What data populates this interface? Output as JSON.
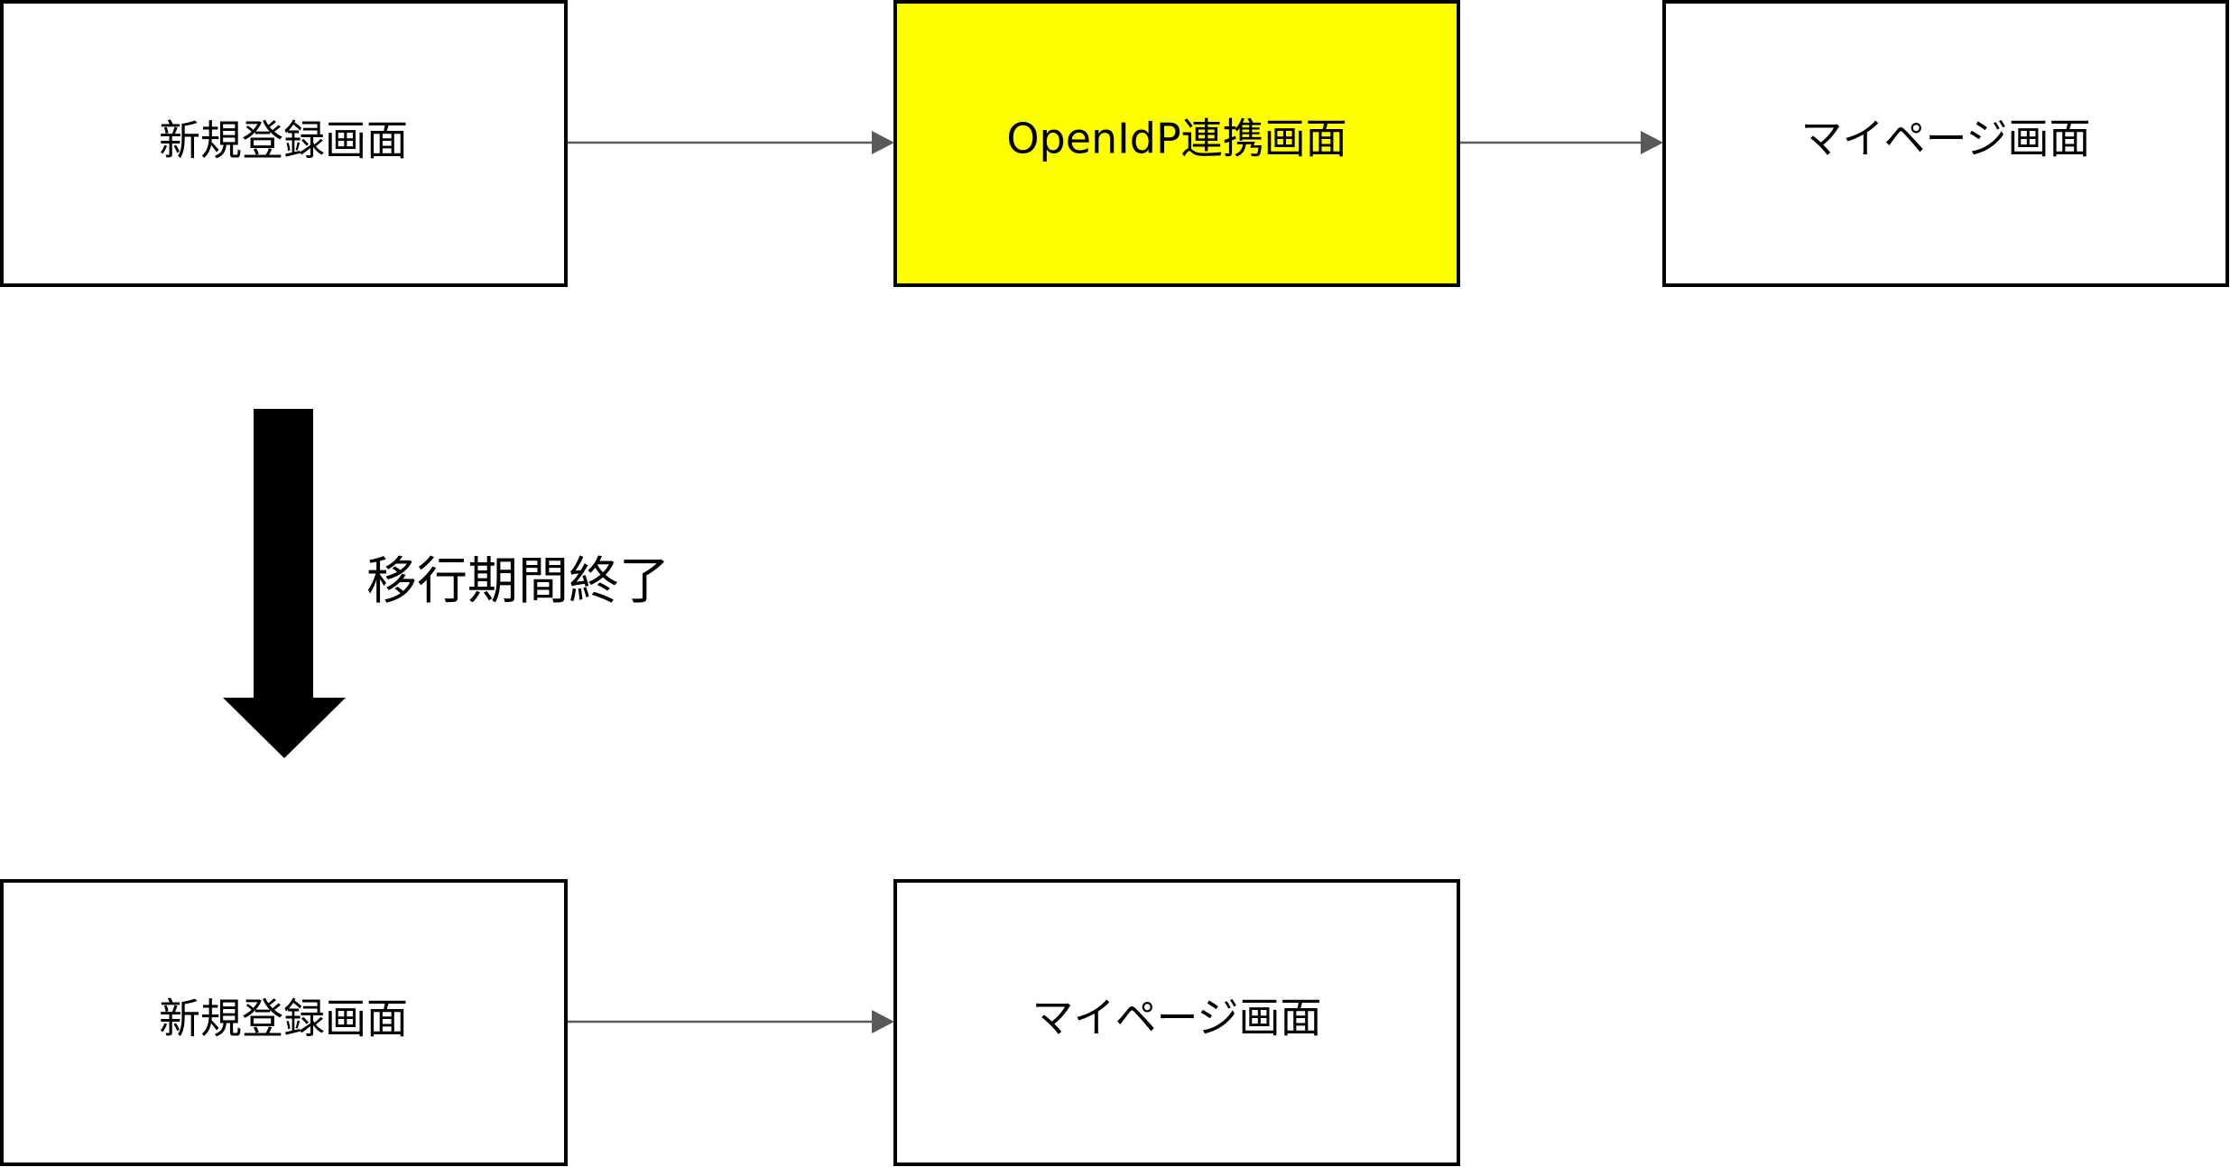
{
  "colors": {
    "highlight_fill": "#ffff00",
    "default_fill": "#ffffff",
    "border": "#000000",
    "edge": "#595959",
    "transition_arrow": "#000000"
  },
  "before_flow": {
    "nodes": [
      {
        "id": "register",
        "label": "新規登録画面",
        "highlighted": false
      },
      {
        "id": "openidp",
        "label": "OpenIdP連携画面",
        "highlighted": true
      },
      {
        "id": "mypage",
        "label": "マイページ画面",
        "highlighted": false
      }
    ],
    "edges": [
      {
        "from": "register",
        "to": "openidp"
      },
      {
        "from": "openidp",
        "to": "mypage"
      }
    ]
  },
  "transition": {
    "label": "移行期間終了"
  },
  "after_flow": {
    "nodes": [
      {
        "id": "register",
        "label": "新規登録画面",
        "highlighted": false
      },
      {
        "id": "mypage",
        "label": "マイページ画面",
        "highlighted": false
      }
    ],
    "edges": [
      {
        "from": "register",
        "to": "mypage"
      }
    ]
  }
}
